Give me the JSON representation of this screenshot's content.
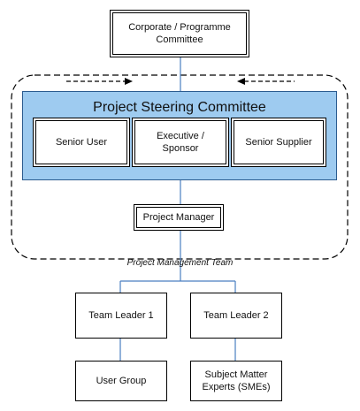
{
  "nodes": {
    "corporate": "Corporate / Programme Committee",
    "steering_title": "Project Steering Committee",
    "senior_user": "Senior User",
    "executive": "Executive / Sponsor",
    "senior_supplier": "Senior Supplier",
    "project_manager": "Project Manager",
    "team_leader_1": "Team Leader 1",
    "team_leader_2": "Team Leader 2",
    "user_group": "User Group",
    "smes": "Subject Matter Experts (SMEs)"
  },
  "group_label": "Project Management Team",
  "colors": {
    "steering_fill": "#9ecbf0",
    "steering_border": "#2b5b8f",
    "connector": "#4a7fc1",
    "outline": "#000000"
  }
}
